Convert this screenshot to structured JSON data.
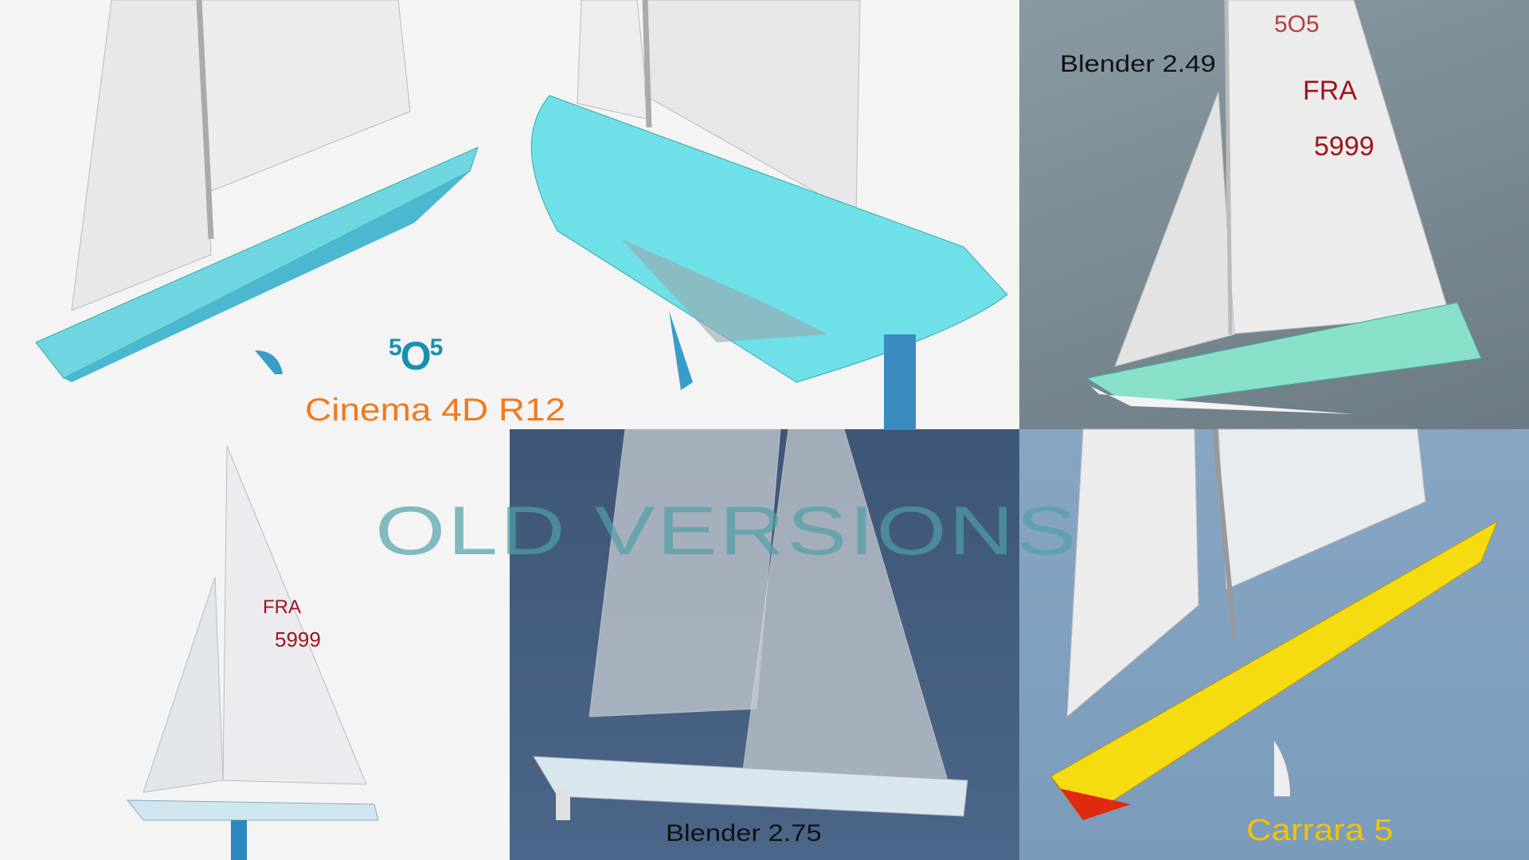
{
  "logo": {
    "top_left": "5",
    "middle": "O",
    "top_right": "5"
  },
  "labels": {
    "cinema4d": "Cinema 4D R12",
    "blender249": "Blender 2.49",
    "overlay": "OLD VERSIONS",
    "blender275": "Blender 2.75",
    "carrara": "Carrara 5"
  },
  "sail_markings": {
    "class": "5O5",
    "country": "FRA",
    "number": "5999"
  },
  "colors": {
    "hull_cyan": "#6fd6e0",
    "hull_yellow": "#f5dc10",
    "hull_red": "#e02a10",
    "label_orange": "#f07a1e",
    "label_yellow": "#f2c200",
    "overlay_teal": "#50a0a8"
  }
}
